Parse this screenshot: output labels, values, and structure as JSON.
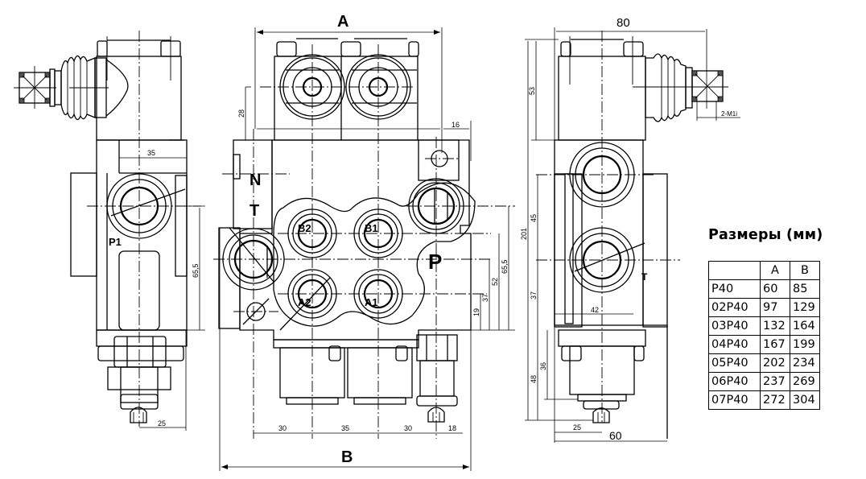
{
  "title": "Размеры (мм)",
  "table": {
    "headers": [
      "",
      "A",
      "B"
    ],
    "rows": [
      {
        "model": "P40",
        "A": "60",
        "B": "85"
      },
      {
        "model": "02P40",
        "A": "97",
        "B": "129"
      },
      {
        "model": "03P40",
        "A": "132",
        "B": "164"
      },
      {
        "model": "04P40",
        "A": "167",
        "B": "199"
      },
      {
        "model": "05P40",
        "A": "202",
        "B": "234"
      },
      {
        "model": "06P40",
        "A": "237",
        "B": "269"
      },
      {
        "model": "07P40",
        "A": "272",
        "B": "304"
      }
    ]
  },
  "drawing": {
    "left_view": {
      "port_label": "P1",
      "dims": {
        "width_top": "35",
        "height_right": "65,5",
        "bottom_offset": "25"
      }
    },
    "front_view": {
      "overall_top": "A",
      "overall_bottom": "B",
      "port_labels": {
        "n": "N",
        "t": "T",
        "p": "P",
        "a1": "A1",
        "a2": "A2",
        "b1": "B1",
        "b2": "B2"
      },
      "dims": {
        "h28": "28",
        "w16": "16",
        "b30a": "30",
        "b35": "35",
        "b30b": "30",
        "b18": "18",
        "v19": "19",
        "v37": "37",
        "v52": "52",
        "v655": "65,5"
      }
    },
    "right_view": {
      "port_label": "T",
      "dims": {
        "top_width": "80",
        "h53": "53",
        "h201": "201",
        "h45": "45",
        "h37": "37",
        "w42": "42",
        "h36": "36",
        "h48": "48",
        "w25": "25",
        "w60": "60",
        "thread": "2-M1i"
      }
    }
  }
}
